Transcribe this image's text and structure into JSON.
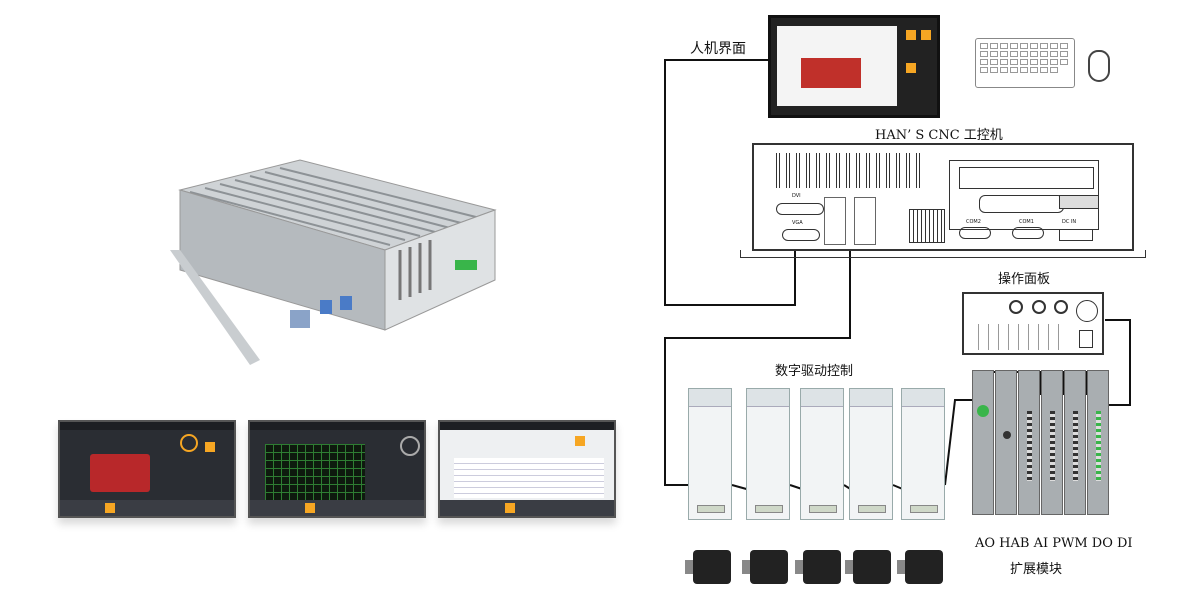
{
  "labels": {
    "hmi": "人机界面",
    "ipc": "HAN’ S CNC 工控机",
    "op_panel": "操作面板",
    "drive_control": "数字驱动控制",
    "modules_list": "AO HAB AI PWM DO DI",
    "expansion": "扩展模块"
  },
  "ports": {
    "dvi": "DVI",
    "vga": "VGA",
    "com2": "COM2",
    "com1": "COM1",
    "dc_in": "DC IN"
  },
  "colors": {
    "accent": "#f6a623",
    "wire": "#111111",
    "module_green": "#39b54a"
  }
}
